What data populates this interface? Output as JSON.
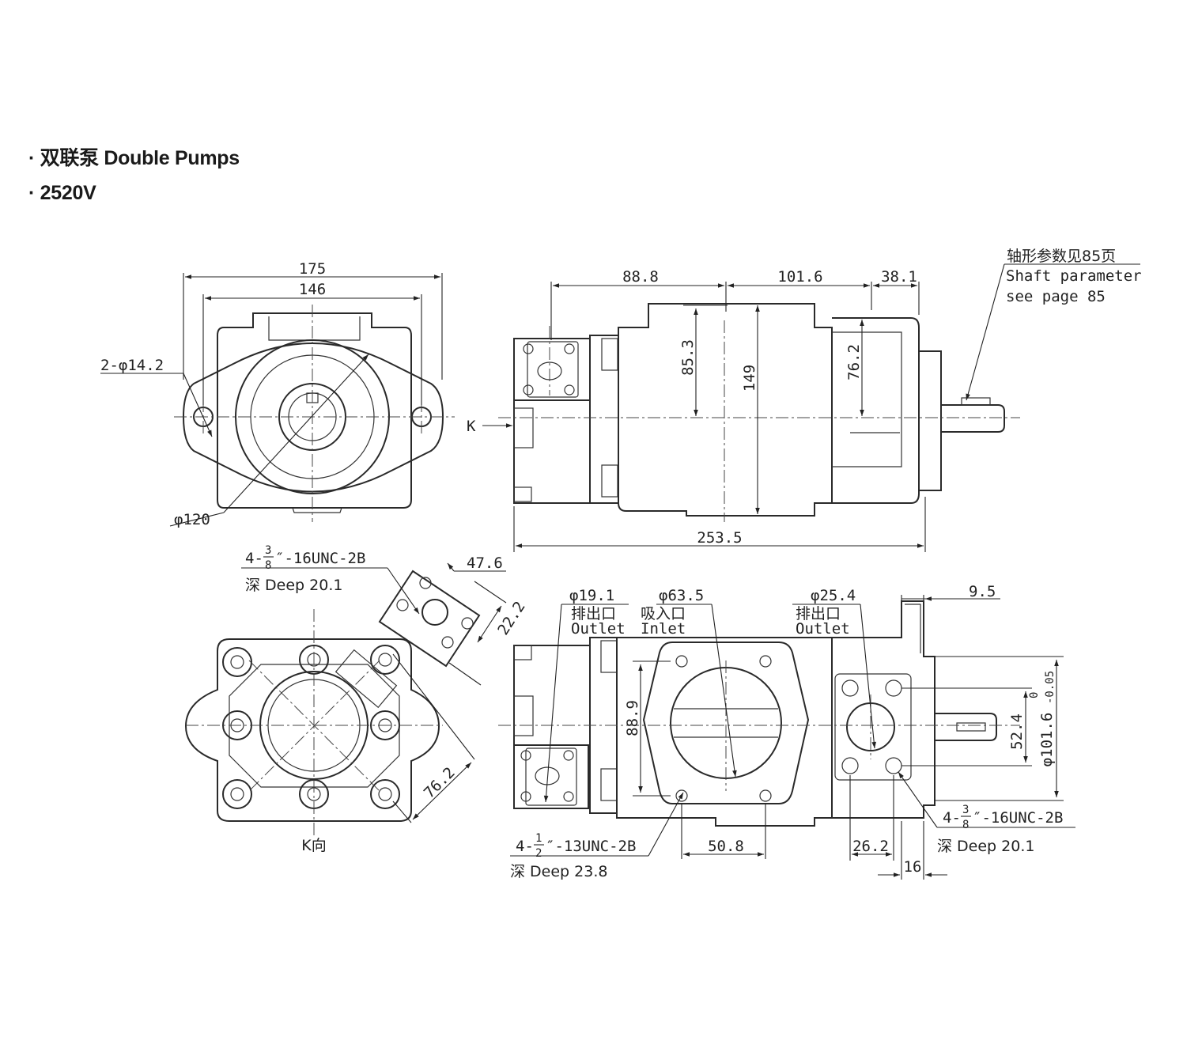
{
  "header": {
    "line1": "· 双联泵 Double Pumps",
    "line2": "· 2520V"
  },
  "front": {
    "width_outer": "175",
    "width_inner": "146",
    "holes": "2-φ14.2",
    "pilot_dia": "φ120"
  },
  "side": {
    "len_a": "88.8",
    "len_b": "101.6",
    "len_c": "38.1",
    "height_a": "85.3",
    "height_b": "149",
    "height_c": "76.2",
    "total_len": "253.5",
    "k_label": "K",
    "note_cn": "轴形参数见85页",
    "note_en1": "Shaft parameter",
    "note_en2": "see page 85"
  },
  "kview": {
    "label": "K向",
    "thread_pre": "4-",
    "thread_num": "3",
    "thread_den": "8",
    "thread_post": "″-16UNC-2B",
    "deep": "深 Deep  20.1",
    "dim_a": "47.6",
    "dim_b": "22.2",
    "dim_c": "76.2"
  },
  "bottom": {
    "outlet1_dia": "φ19.1",
    "outlet1_cn": "排出口",
    "outlet1_en": "Outlet",
    "inlet_dia": "φ63.5",
    "inlet_cn": "吸入口",
    "inlet_en": "Inlet",
    "outlet2_dia": "φ25.4",
    "outlet2_cn": "排出口",
    "outlet2_en": "Outlet",
    "flange_w": "9.5",
    "height_a": "88.9",
    "height_b": "52.4",
    "pilot": "φ101.6",
    "tol_up": "0",
    "tol_low": "-0.05",
    "inlet_pitch": "50.8",
    "outlet_pitch": "26.2",
    "shaft_off": "16",
    "thread1_pre": "4-",
    "thread1_num": "1",
    "thread1_den": "2",
    "thread1_post": "″-13UNC-2B",
    "deep1": "深 Deep  23.8",
    "thread2_pre": "4-",
    "thread2_num": "3",
    "thread2_den": "8",
    "thread2_post": "″-16UNC-2B",
    "deep2": "深 Deep  20.1"
  }
}
